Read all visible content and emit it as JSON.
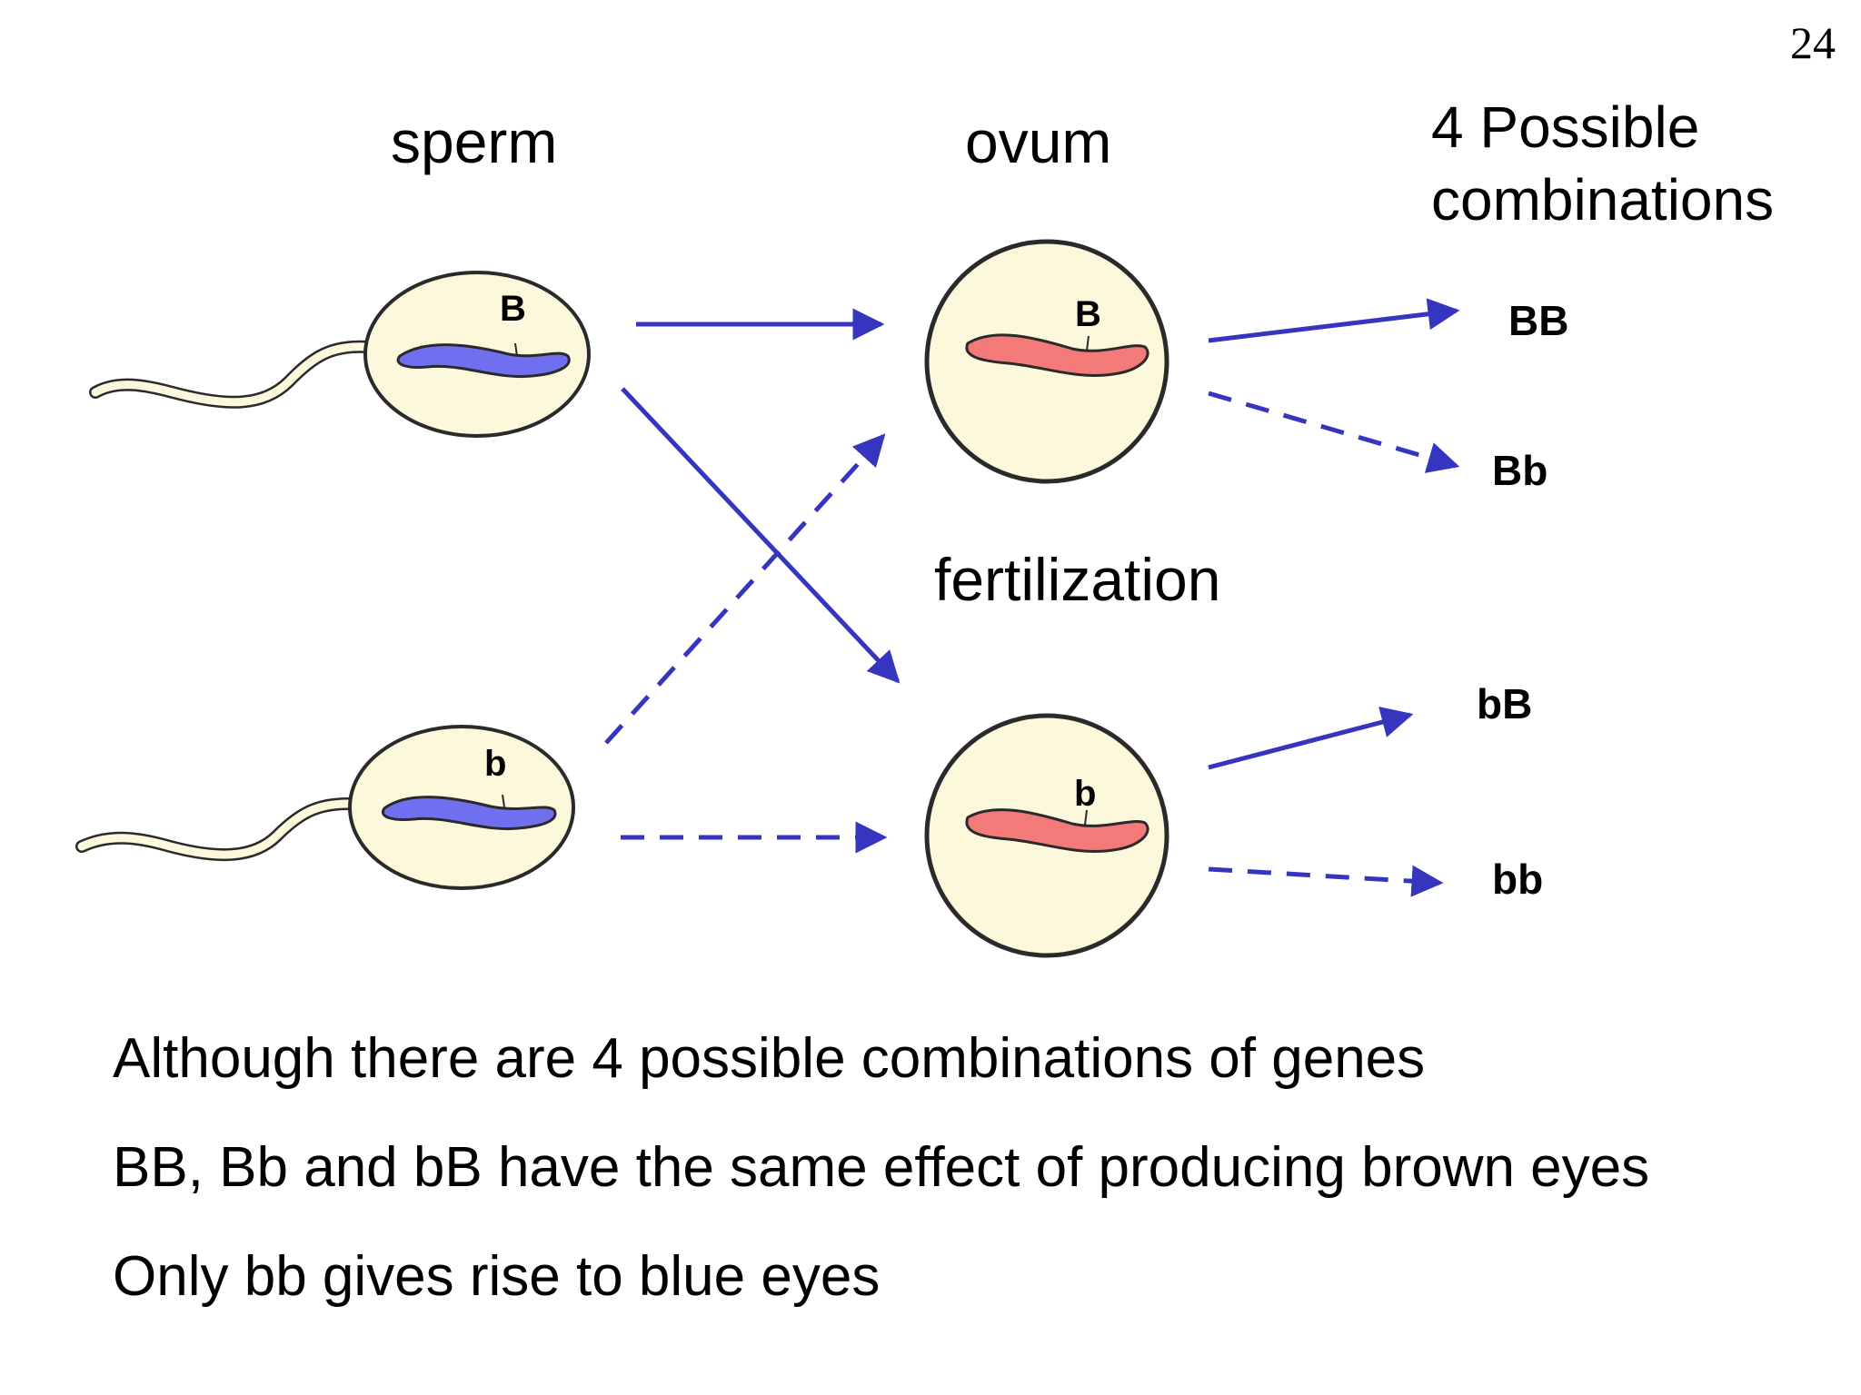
{
  "page_number": "24",
  "labels": {
    "sperm": "sperm",
    "ovum": "ovum",
    "combinations_line1": "4 Possible",
    "combinations_line2": "combinations",
    "fertilization": "fertilization"
  },
  "sperm_cells": [
    {
      "gene": "B"
    },
    {
      "gene": "b"
    }
  ],
  "ova": [
    {
      "gene": "B"
    },
    {
      "gene": "b"
    }
  ],
  "results": [
    "BB",
    "Bb",
    "bB",
    "bb"
  ],
  "captions": [
    "Although there are 4 possible combinations of genes",
    "BB, Bb and bB have the same effect of producing brown eyes",
    "Only bb gives rise to blue eyes"
  ],
  "colors": {
    "arrow": "#3535c0",
    "sperm_chromosome": "#6f6ff0",
    "ovum_chromosome": "#f47a7a",
    "cell_fill": "#fbf8dc",
    "outline": "#2a2a2a"
  }
}
